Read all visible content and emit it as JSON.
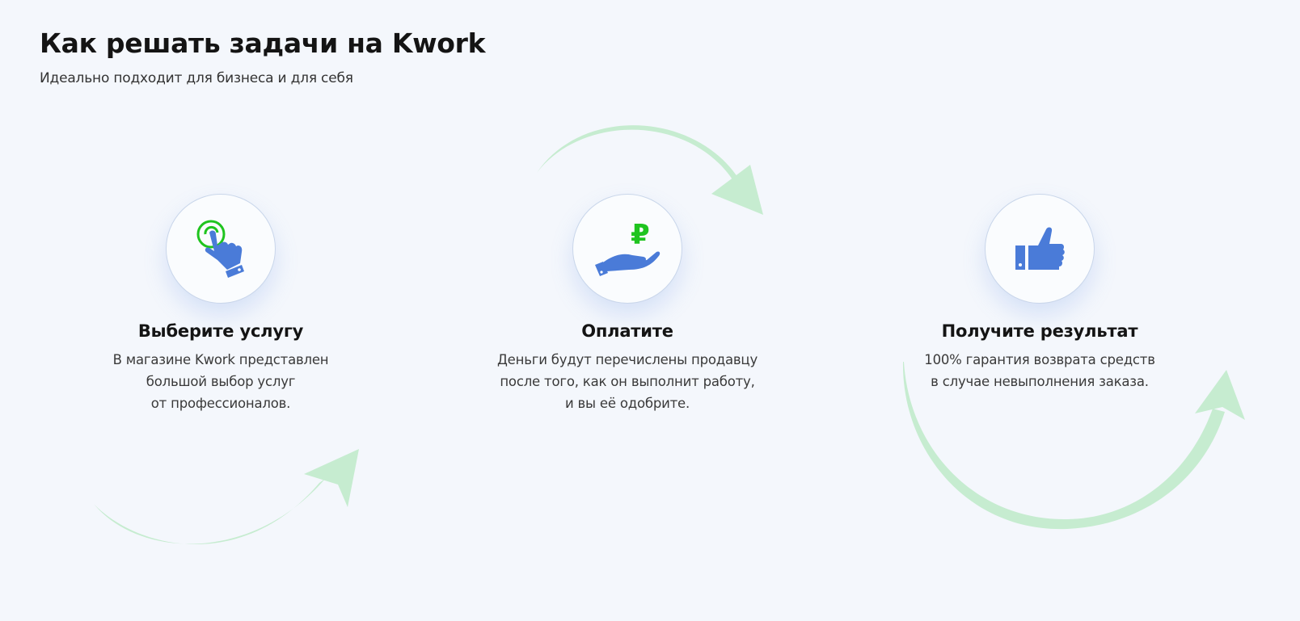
{
  "header": {
    "title": "Как решать задачи на Kwork",
    "subtitle": "Идеально подходит для бизнеса и для себя"
  },
  "colors": {
    "background": "#f4f7fc",
    "icon_blue": "#4a7bd8",
    "icon_green": "#1fc41f",
    "arrow_green": "#c6ecd0"
  },
  "steps": [
    {
      "icon": "hand-pointer-tap-icon",
      "title": "Выберите услугу",
      "lines": [
        "В магазине Kwork представлен",
        "большой выбор услуг",
        "от профессионалов."
      ]
    },
    {
      "icon": "hand-ruble-icon",
      "title": "Оплатите",
      "lines": [
        "Деньги будут перечислены продавцу",
        "после того, как он выполнит работу,",
        "и вы её одобрите."
      ]
    },
    {
      "icon": "thumbs-up-icon",
      "title": "Получите результат",
      "lines": [
        "100% гарантия возврата средств",
        "в случае невыполнения заказа."
      ]
    }
  ]
}
